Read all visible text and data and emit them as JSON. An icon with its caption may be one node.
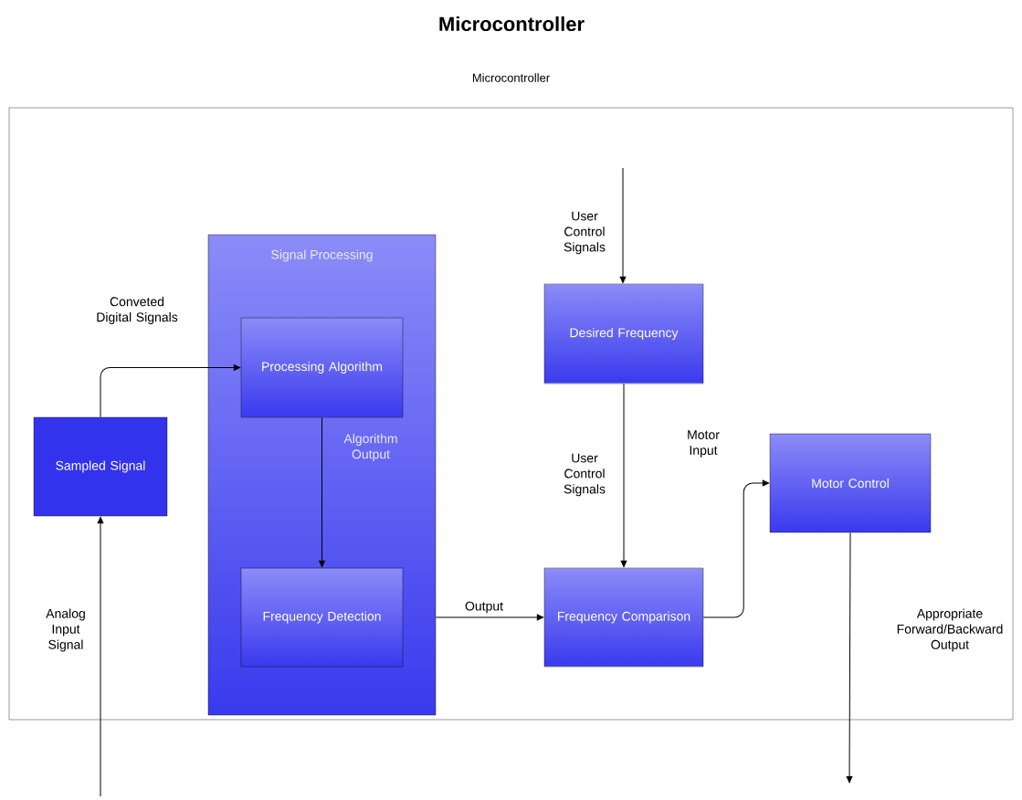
{
  "diagram": {
    "title": "Microcontroller",
    "nodes": [
      {
        "text": [
          "Microcontroller"
        ]
      },
      {
        "text": [
          "Sampled Signal"
        ],
        "in": 0
      },
      {
        "text": [
          "Signal Processing"
        ],
        "in": 0
      },
      {
        "text": [
          "Processing Algorithm"
        ],
        "in": 2
      },
      {
        "text": [
          "Frequency Detection"
        ],
        "in": 2
      },
      {
        "text": [
          "Desired Frequency"
        ],
        "in": 0
      },
      {
        "text": [
          "Frequency Comparison"
        ],
        "in": 0
      },
      {
        "text": [
          "Motor Control"
        ],
        "in": 0
      }
    ],
    "edges": [
      {
        "from": null,
        "to": 1,
        "arrow": "to",
        "label": "Analog Input Signal"
      },
      {
        "from": 1,
        "to": 3,
        "arrow": "to",
        "label": "Conveted Digital Signals"
      },
      {
        "from": 3,
        "to": 4,
        "arrow": "to",
        "label": "Algorithm Output"
      },
      {
        "from": 2,
        "to": 6,
        "arrow": "to",
        "label": "Output"
      },
      {
        "from": null,
        "to": 5,
        "arrow": "to",
        "label": "User Control Signals"
      },
      {
        "from": 5,
        "to": 6,
        "arrow": "to",
        "label": "User Control Signals"
      },
      {
        "from": 6,
        "to": 7,
        "arrow": "to",
        "label": "Motor Input"
      },
      {
        "from": 7,
        "to": null,
        "arrow": "to",
        "label": "Appropriate Forward/Backward Output"
      }
    ]
  }
}
